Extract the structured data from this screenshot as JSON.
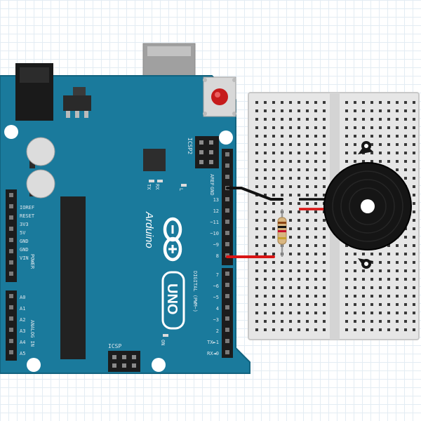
{
  "board": {
    "brand_text": "Arduino",
    "model_text": "UNO",
    "icsp_text": "ICSP",
    "icsp2_text": "ICSP2",
    "aref_text": "AREF",
    "gnd_text": "GND",
    "digital_text": "DIGITAL (PWM~)",
    "tx_text": "TX",
    "rx_text": "RX",
    "led_l_text": "L",
    "on_text": "ON",
    "power_text": "POWER",
    "analog_text": "ANALOG IN",
    "power_pins": [
      "IOREF",
      "RESET",
      "3V3",
      "5V",
      "GND",
      "GND",
      "VIN"
    ],
    "analog_pins": [
      "A0",
      "A1",
      "A2",
      "A3",
      "A4",
      "A5"
    ],
    "digital_pins_upper": [
      "13",
      "12",
      "~11",
      "~10",
      "~9",
      "8"
    ],
    "digital_pins_lower": [
      "7",
      "~6",
      "~5",
      "4",
      "~3",
      "2",
      "TX►1",
      "RX◄0"
    ]
  },
  "components": {
    "resistor": "resistor",
    "buzzer": "piezo-buzzer",
    "breadboard": "breadboard"
  },
  "colors": {
    "board": "#1a7a9c",
    "breadboard": "#e8e8e8",
    "wire_gnd": "#111111",
    "wire_signal": "#d81414",
    "buzzer": "#151515"
  }
}
